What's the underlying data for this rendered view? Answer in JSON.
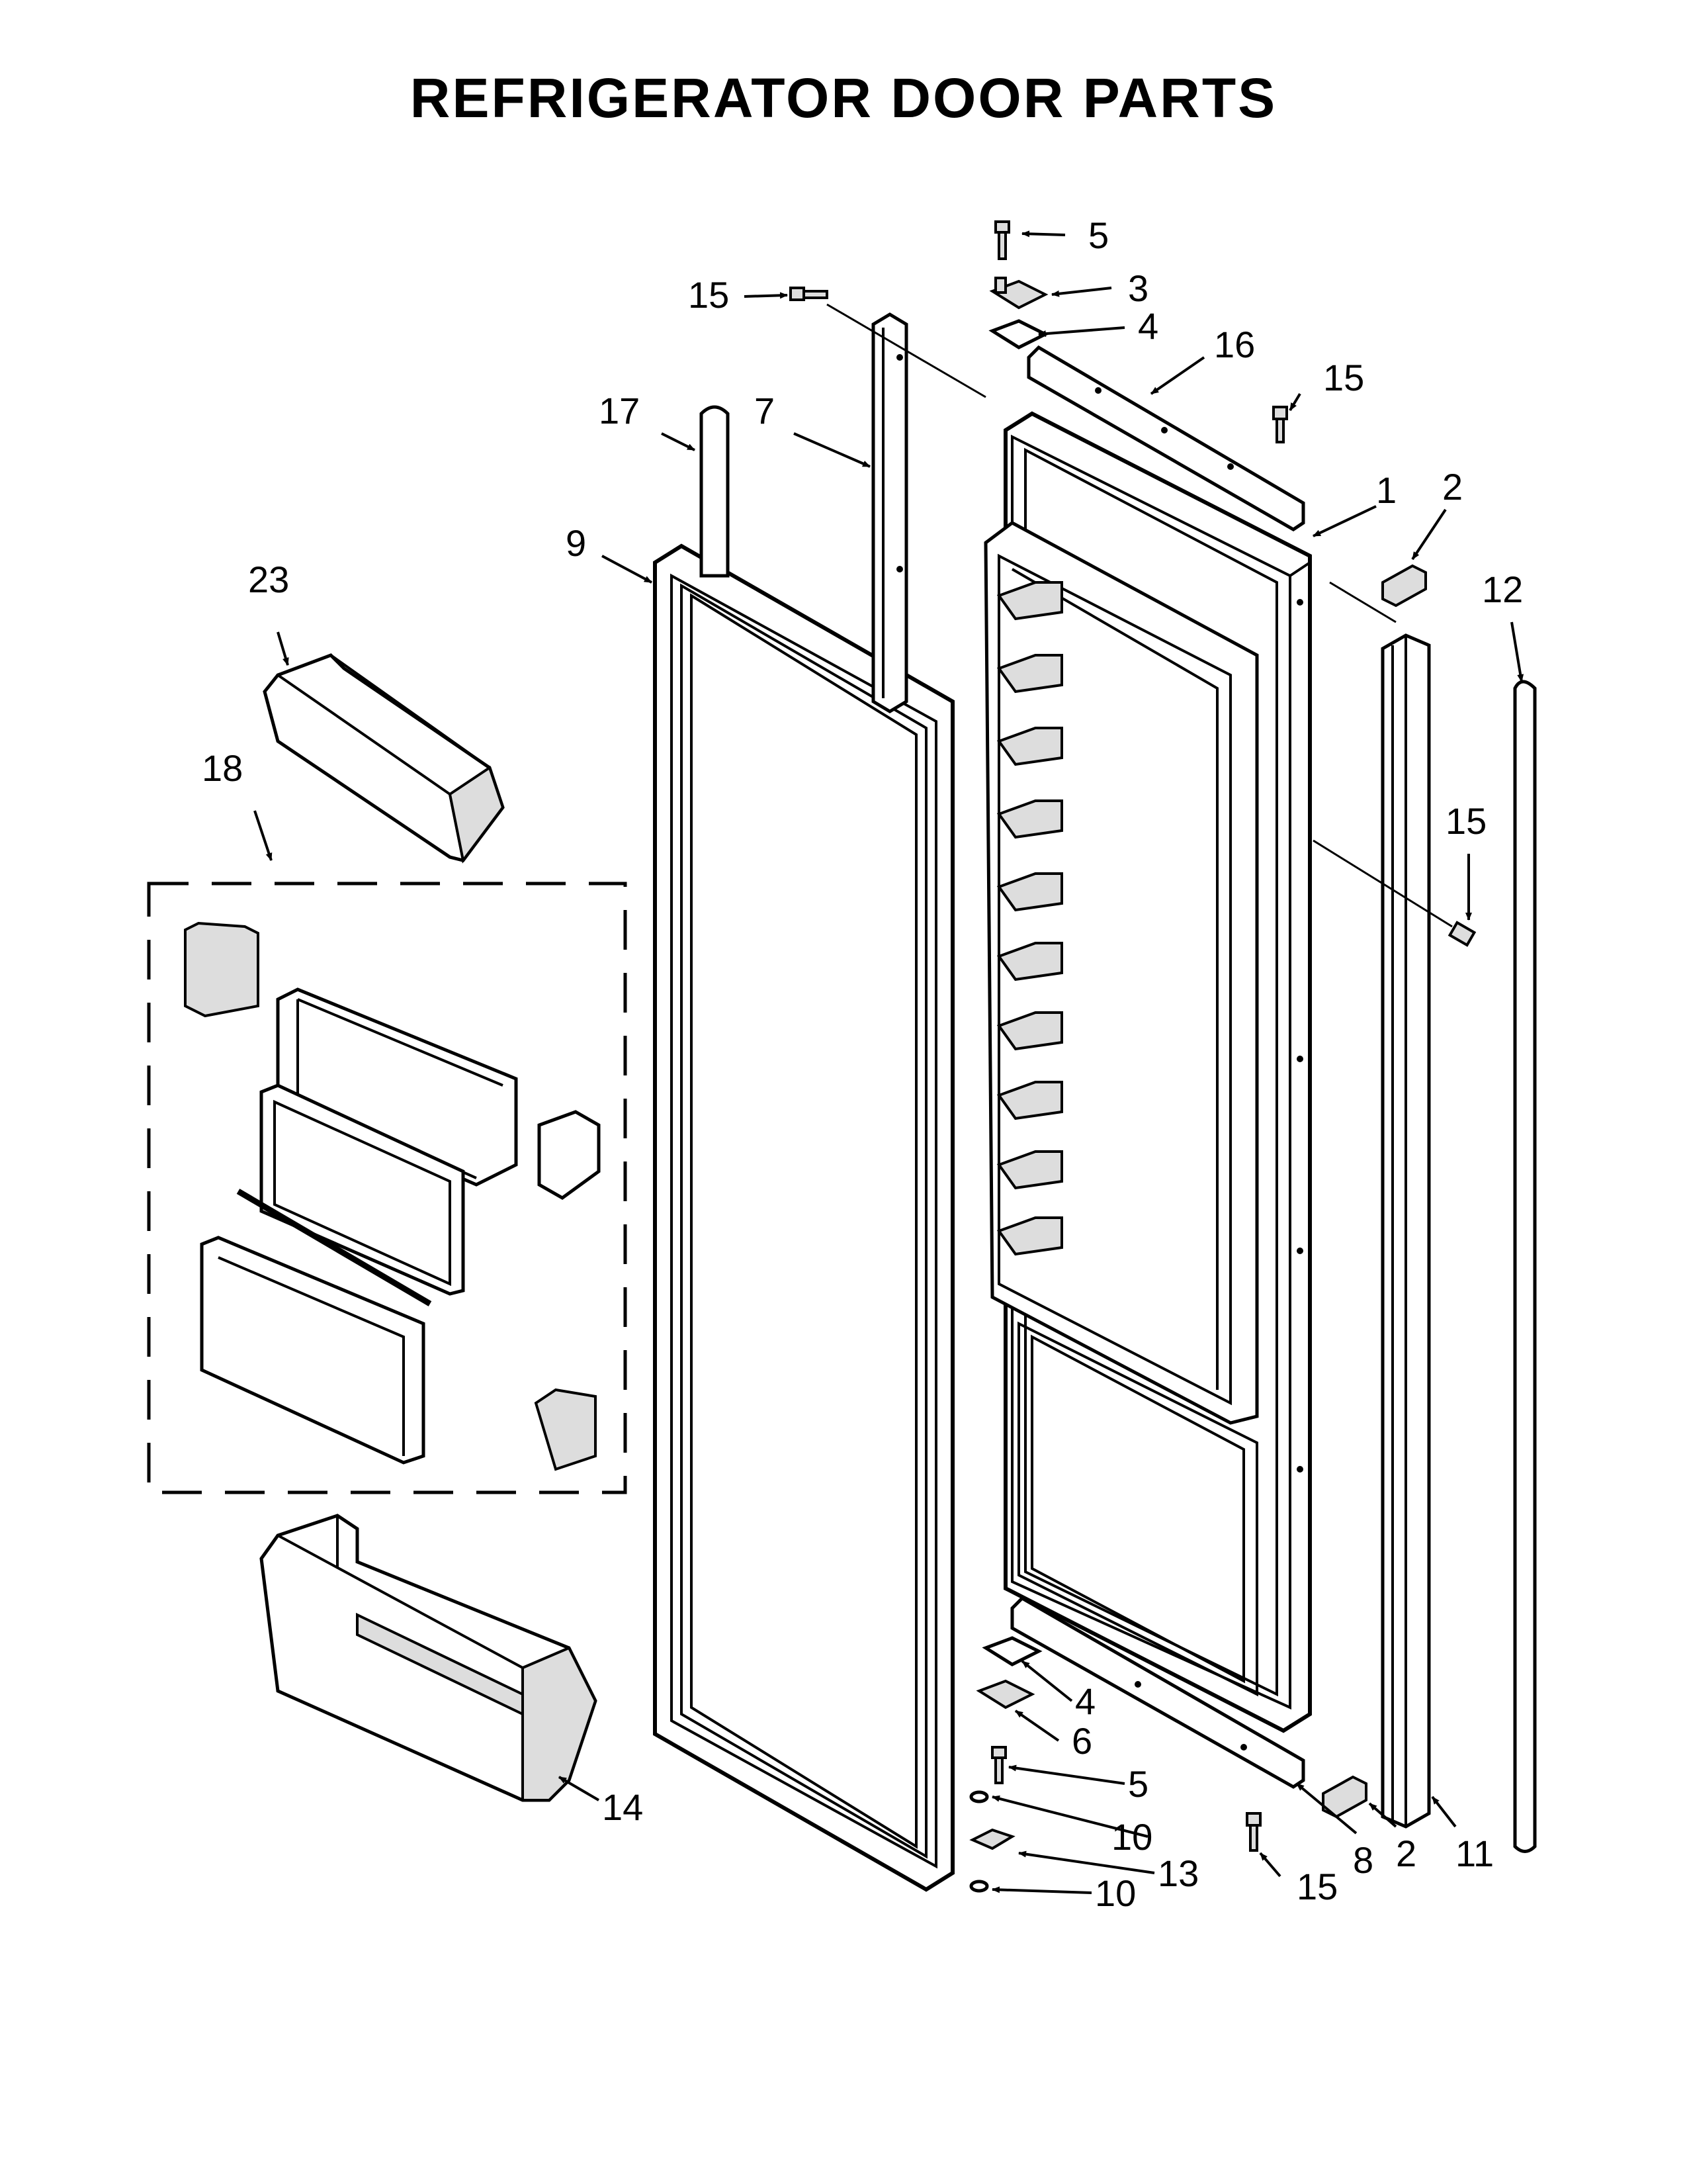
{
  "title": "REFRIGERATOR DOOR PARTS",
  "callouts": {
    "c5_top": "5",
    "c3": "3",
    "c4_top": "4",
    "c16": "16",
    "c15_topleft": "15",
    "c15_topright": "15",
    "c17": "17",
    "c7": "7",
    "c1": "1",
    "c2_top": "2",
    "c12": "12",
    "c9": "9",
    "c23": "23",
    "c18": "18",
    "c15_mid": "15",
    "c4_bot": "4",
    "c6": "6",
    "c5_bot": "5",
    "c10_a": "10",
    "c13": "13",
    "c10_b": "10",
    "c14": "14",
    "c15_bot": "15",
    "c8": "8",
    "c2_bot": "2",
    "c11": "11"
  }
}
